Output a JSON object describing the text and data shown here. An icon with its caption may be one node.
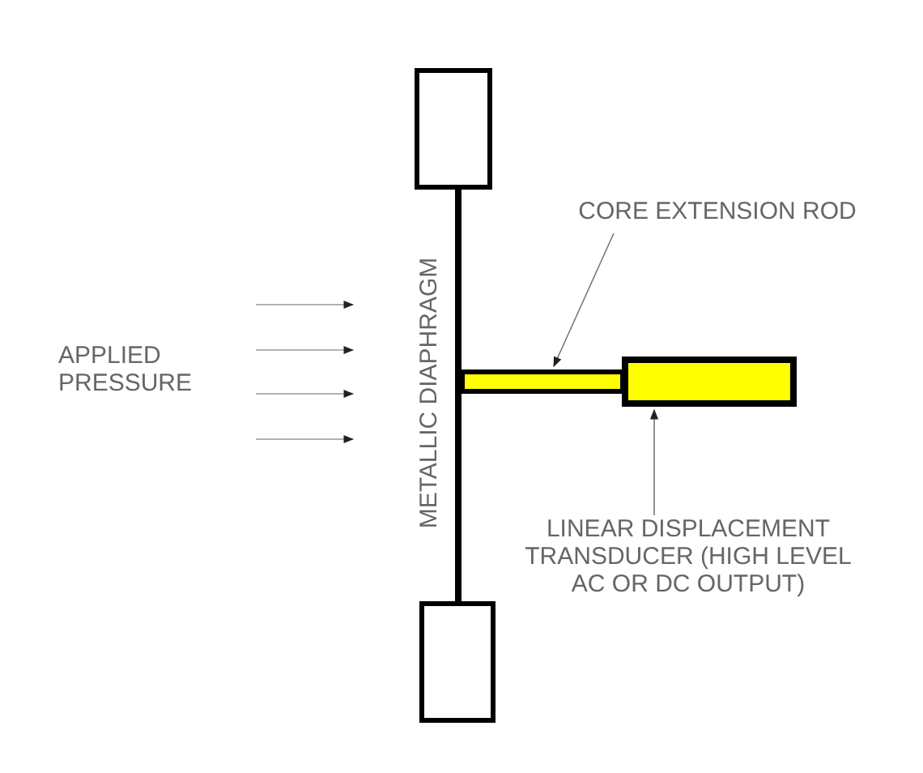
{
  "diagram": {
    "nodes": [
      {
        "text": [
          "CORE EXTENSION ROD"
        ]
      },
      {
        "text": [],
        "shape": "bar"
      },
      {
        "text": [
          "LINEAR DISPLACEMENT TRANSDUCER (HIGH LEVEL AC OR DC OUTPUT)"
        ]
      },
      {
        "text": [],
        "shape": "box"
      }
    ],
    "edges": [
      {
        "from": 0,
        "to": 1,
        "arrow": "to"
      },
      {
        "from": 2,
        "to": 3,
        "arrow": "to"
      }
    ],
    "labels": [
      "APPLIED PRESSURE",
      "METALLIC DIAPHRAGM"
    ]
  }
}
